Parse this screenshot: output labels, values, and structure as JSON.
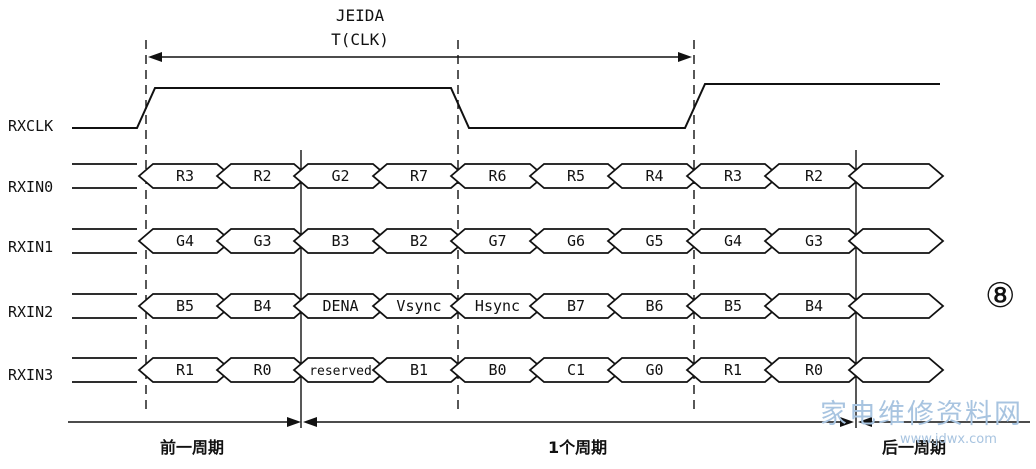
{
  "header": {
    "standard": "JEIDA",
    "period_label": "T(CLK)"
  },
  "clock": {
    "name": "RXCLK"
  },
  "signals": [
    {
      "name": "RXIN0",
      "cells": [
        "R3",
        "R2",
        "G2",
        "R7",
        "R6",
        "R5",
        "R4",
        "R3",
        "R2",
        ""
      ]
    },
    {
      "name": "RXIN1",
      "cells": [
        "G4",
        "G3",
        "B3",
        "B2",
        "G7",
        "G6",
        "G5",
        "G4",
        "G3",
        ""
      ]
    },
    {
      "name": "RXIN2",
      "cells": [
        "B5",
        "B4",
        "DENA",
        "Vsync",
        "Hsync",
        "B7",
        "B6",
        "B5",
        "B4",
        ""
      ]
    },
    {
      "name": "RXIN3",
      "cells": [
        "R1",
        "R0",
        "reserved",
        "B1",
        "B0",
        "C1",
        "G0",
        "R1",
        "R0",
        ""
      ]
    }
  ],
  "periods": {
    "previous": "前一周期",
    "current": "1个周期",
    "next": "后一周期"
  },
  "figure_number": "⑧",
  "watermark": {
    "text": "家电维修资料网",
    "url": "www.jdwx.com"
  }
}
